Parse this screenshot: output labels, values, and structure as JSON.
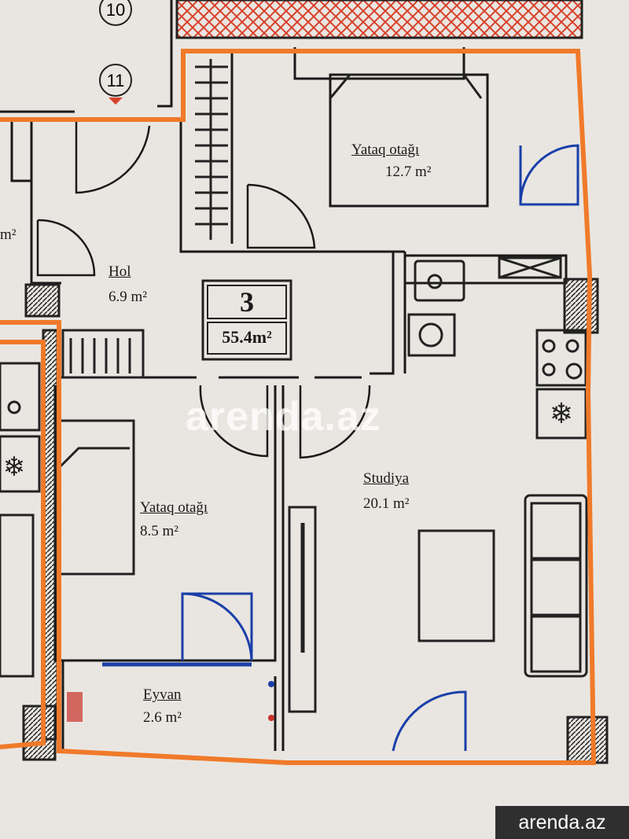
{
  "markers": {
    "m10": "10",
    "m11": "11"
  },
  "rooms": {
    "bedroom_large": {
      "name": "Yataq otağı",
      "area": "12.7 m²"
    },
    "hall": {
      "name": "Hol",
      "area": "6.9 m²"
    },
    "bedroom_small": {
      "name": "Yataq otağı",
      "area": "8.5 m²"
    },
    "studio": {
      "name": "Studiya",
      "area": "20.1 m²"
    },
    "balcony": {
      "name": "Eyvan",
      "area": "2.6 m²"
    },
    "partial_left": "m²"
  },
  "apartment": {
    "number": "3",
    "total_area": "55.4m²"
  },
  "watermark": "arenda.az",
  "badge": "arenda.az",
  "colors": {
    "outline": "#f07a2a",
    "wall": "#1a1a1a",
    "door_blue": "#1a3fa8",
    "hatch_red": "#d8402a"
  }
}
